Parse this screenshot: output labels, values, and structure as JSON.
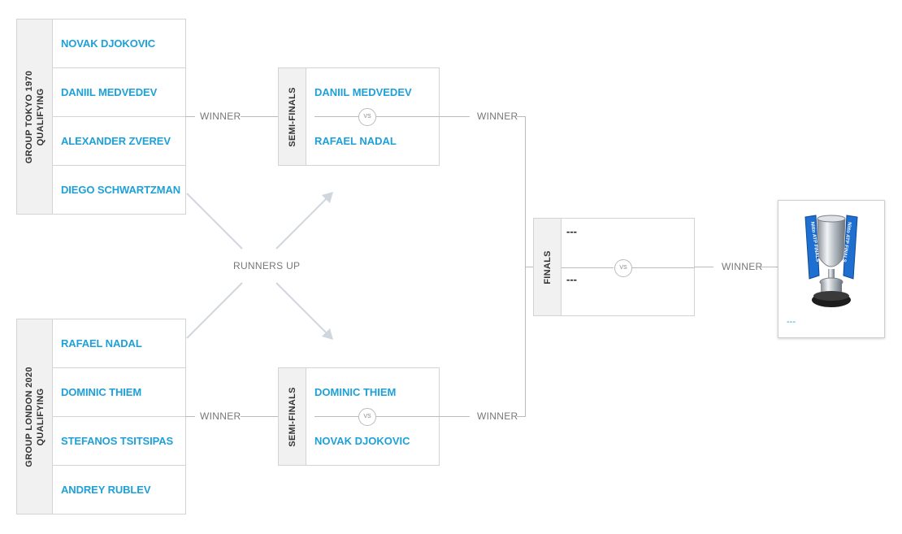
{
  "groups": [
    {
      "label_line1": "GROUP TOKYO 1970",
      "label_line2": "QUALIFYING",
      "players": [
        "NOVAK DJOKOVIC",
        "DANIIL MEDVEDEV",
        "ALEXANDER ZVEREV",
        "DIEGO SCHWARTZMAN"
      ]
    },
    {
      "label_line1": "GROUP LONDON 2020",
      "label_line2": "QUALIFYING",
      "players": [
        "RAFAEL NADAL",
        "DOMINIC THIEM",
        "STEFANOS TSITSIPAS",
        "ANDREY RUBLEV"
      ]
    }
  ],
  "semis": [
    {
      "label": "SEMI-FINALS",
      "player1": "DANIIL MEDVEDEV",
      "player2": "RAFAEL NADAL",
      "vs": "VS"
    },
    {
      "label": "SEMI-FINALS",
      "player1": "DOMINIC THIEM",
      "player2": "NOVAK DJOKOVIC",
      "vs": "VS"
    }
  ],
  "connectors": {
    "winner": "WINNER",
    "runners_up": "RUNNERS UP"
  },
  "finals": {
    "label": "FINALS",
    "player1": "---",
    "player2": "---",
    "vs": "VS"
  },
  "trophy": {
    "banner_text": "Nitto ATP FINALS",
    "winner_name": "---"
  },
  "colors": {
    "link_blue": "#1ea0d8",
    "border": "#d3d3d3",
    "panel": "#f1f1f1",
    "connector": "#bbbbbb"
  }
}
